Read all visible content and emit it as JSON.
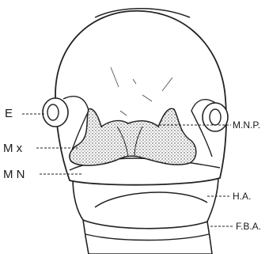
{
  "figure": {
    "labels": {
      "eye": "E",
      "maxillary": "M x",
      "mandibular": "M N",
      "medial_nasal": "M.N.P.",
      "hyoid_arch": "H.A.",
      "fourth_branchial_arch": "F.B.A."
    }
  }
}
